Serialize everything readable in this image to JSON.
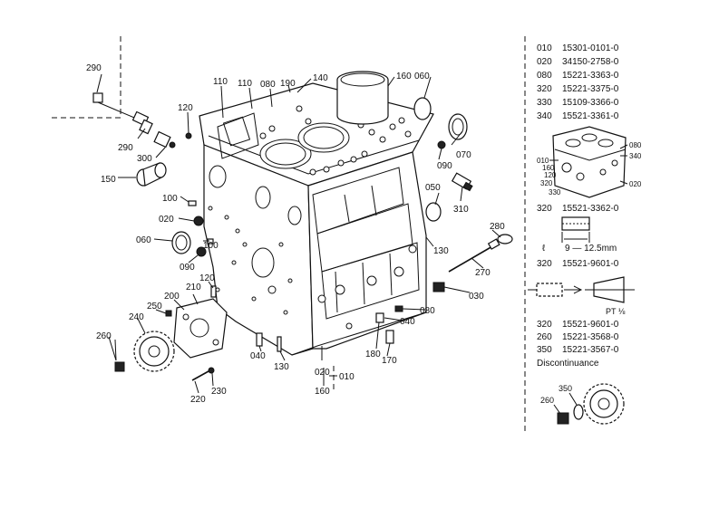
{
  "callouts": {
    "c290a": "290",
    "c110a": "110",
    "c110b": "110",
    "c080a": "080",
    "c190": "190",
    "c140": "140",
    "c160": "160",
    "c060a": "060",
    "c120a": "120",
    "c290b": "290",
    "c300": "300",
    "c070": "070",
    "c090a": "090",
    "c150": "150",
    "c050": "050",
    "c310": "310",
    "c100a": "100",
    "c020a": "020",
    "c060b": "060",
    "c100b": "100",
    "c090b": "090",
    "c130a": "130",
    "c280": "280",
    "c270": "270",
    "c030": "030",
    "c120b": "120",
    "c210": "210",
    "c250": "250",
    "c200": "200",
    "c240": "240",
    "c080b": "080",
    "c040a": "040",
    "c260": "260",
    "c040b": "040",
    "c130b": "130",
    "c180": "180",
    "c170": "170",
    "c020b": "020",
    "c010": "010",
    "c160b": "160",
    "c220": "220",
    "c230": "230"
  },
  "parts_top": [
    {
      "no": "010",
      "part": "15301-0101-0"
    },
    {
      "no": "020",
      "part": "34150-2758-0"
    },
    {
      "no": "080",
      "part": "15221-3363-0"
    },
    {
      "no": "320",
      "part": "15221-3375-0"
    },
    {
      "no": "330",
      "part": "15109-3366-0"
    },
    {
      "no": "340",
      "part": "15521-3361-0"
    }
  ],
  "inset1": {
    "l010": "010",
    "l160": "160",
    "l120": "120",
    "l080": "080",
    "l340": "340",
    "l320": "320",
    "l330": "330",
    "l020": "020"
  },
  "part_320a": {
    "no": "320",
    "part": "15521-3362-0"
  },
  "dimension": {
    "sym": "ℓ",
    "text": "9 — 12.5mm"
  },
  "part_320b": {
    "no": "320",
    "part": "15521-9601-0"
  },
  "pt_label": "PT ⅛",
  "parts_bottom": [
    {
      "no": "320",
      "part": "15521-9601-0"
    },
    {
      "no": "260",
      "part": "15221-3568-0"
    },
    {
      "no": "350",
      "part": "15221-3567-0"
    }
  ],
  "discontinuance": "Discontinuance",
  "inset2": {
    "l260": "260",
    "l350": "350"
  }
}
